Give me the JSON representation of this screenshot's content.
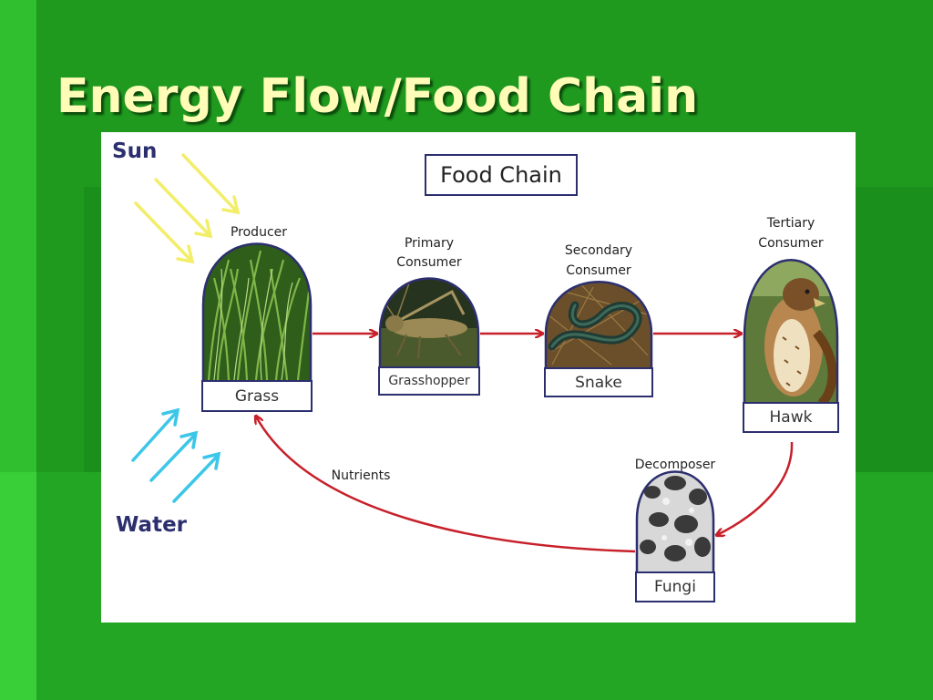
{
  "slide": {
    "title": "Energy Flow/Food Chain"
  },
  "diagram": {
    "title": "Food Chain",
    "sun_label": "Sun",
    "water_label": "Water",
    "nutrients_label": "Nutrients",
    "nodes": [
      {
        "role": "Producer",
        "name": "Grass"
      },
      {
        "role_line1": "Primary",
        "role_line2": "Consumer",
        "name": "Grasshopper"
      },
      {
        "role_line1": "Secondary",
        "role_line2": "Consumer",
        "name": "Snake"
      },
      {
        "role_line1": "Tertiary",
        "role_line2": "Consumer",
        "name": "Hawk"
      },
      {
        "role": "Decomposer",
        "name": "Fungi"
      }
    ]
  },
  "colors": {
    "background_green": "#1f9a1f",
    "title_text": "#fffcb8",
    "frame_navy": "#2c2f6e",
    "arrow_red": "#c8202a",
    "sun_arrow_yellow": "#f2ee6a",
    "water_arrow_cyan": "#3cc6e8"
  }
}
